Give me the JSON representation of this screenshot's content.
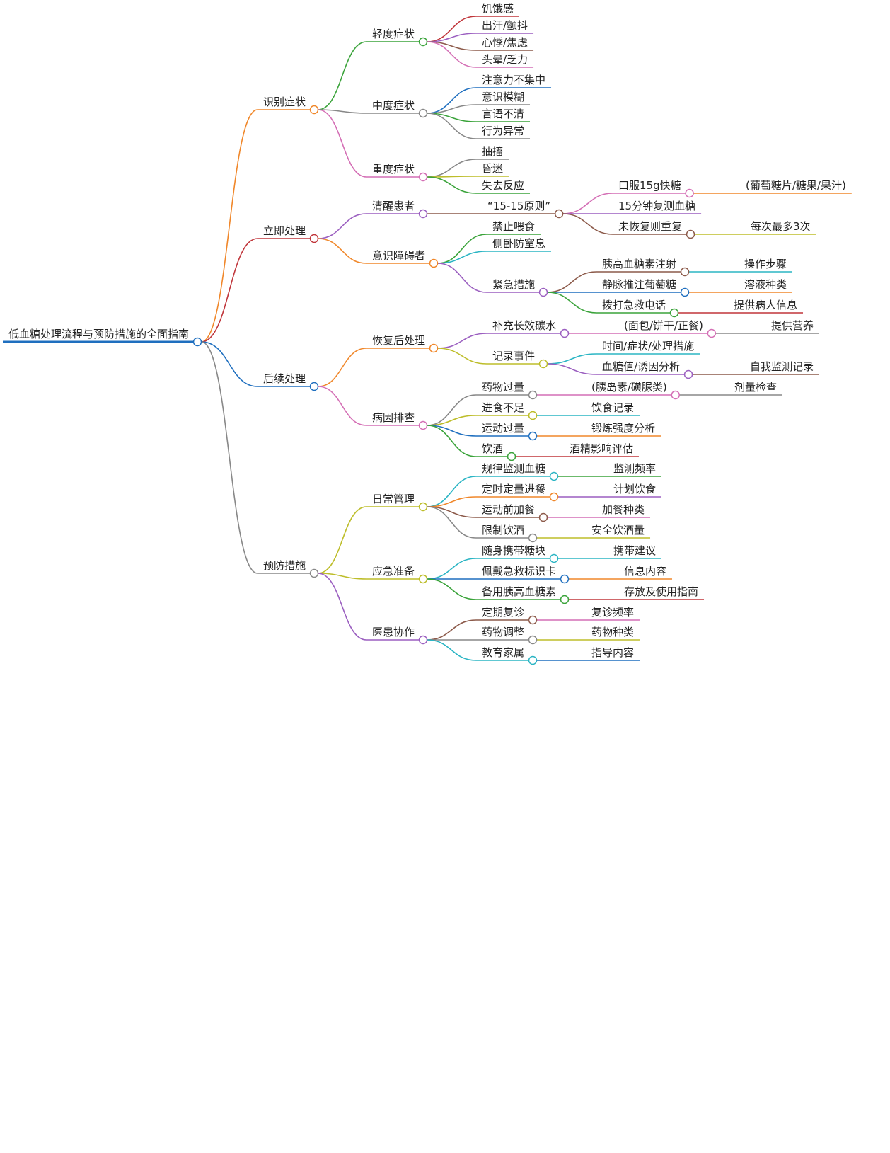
{
  "root": {
    "label": "低血糖处理流程与预防措施的全面指南",
    "color": "#1f6fbf"
  },
  "branches": [
    {
      "label": "识别症状",
      "color": "#f0872a",
      "children": [
        {
          "label": "轻度症状",
          "color": "#3aa33a",
          "children": [
            {
              "label": "饥饿感",
              "color": "#c0353a"
            },
            {
              "label": "出汗/颤抖",
              "color": "#9b5fc0"
            },
            {
              "label": "心悸/焦虑",
              "color": "#8c5a4a"
            },
            {
              "label": "头晕/乏力",
              "color": "#d46fb5"
            }
          ]
        },
        {
          "label": "中度症状",
          "color": "#888888",
          "children": [
            {
              "label": "注意力不集中",
              "color": "#1f6fbf"
            },
            {
              "label": "意识模糊",
              "color": "#888888"
            },
            {
              "label": "言语不清",
              "color": "#3aa33a"
            },
            {
              "label": "行为异常",
              "color": "#888888"
            }
          ]
        },
        {
          "label": "重度症状",
          "color": "#d46fb5",
          "children": [
            {
              "label": "抽搐",
              "color": "#888888"
            },
            {
              "label": "昏迷",
              "color": "#bdbd2a"
            },
            {
              "label": "失去反应",
              "color": "#3aa33a"
            }
          ]
        }
      ]
    },
    {
      "label": "立即处理",
      "color": "#c0353a",
      "children": [
        {
          "label": "清醒患者",
          "color": "#9b5fc0",
          "children": [
            {
              "label": "“15-15原则”",
              "color": "#8c5a4a",
              "children": [
                {
                  "label": "口服15g快糖",
                  "color": "#d46fb5",
                  "children": [
                    {
                      "label": "(葡萄糖片/糖果/果汁)",
                      "color": "#f0872a"
                    }
                  ]
                },
                {
                  "label": "15分钟复测血糖",
                  "color": "#9b5fc0"
                },
                {
                  "label": "未恢复则重复",
                  "color": "#8c5a4a",
                  "children": [
                    {
                      "label": "每次最多3次",
                      "color": "#bdbd2a"
                    }
                  ]
                }
              ]
            }
          ]
        },
        {
          "label": "意识障碍者",
          "color": "#f0872a",
          "children": [
            {
              "label": "禁止喂食",
              "color": "#3aa33a"
            },
            {
              "label": "侧卧防窒息",
              "color": "#2bb5c4"
            },
            {
              "label": "紧急措施",
              "color": "#9b5fc0",
              "children": [
                {
                  "label": "胰高血糖素注射",
                  "color": "#8c5a4a",
                  "children": [
                    {
                      "label": "操作步骤",
                      "color": "#2bb5c4"
                    }
                  ]
                },
                {
                  "label": "静脉推注葡萄糖",
                  "color": "#1f6fbf",
                  "children": [
                    {
                      "label": "溶液种类",
                      "color": "#f0872a"
                    }
                  ]
                },
                {
                  "label": "拨打急救电话",
                  "color": "#3aa33a",
                  "children": [
                    {
                      "label": "提供病人信息",
                      "color": "#c0353a"
                    }
                  ]
                }
              ]
            }
          ]
        }
      ]
    },
    {
      "label": "后续处理",
      "color": "#1f6fbf",
      "children": [
        {
          "label": "恢复后处理",
          "color": "#f0872a",
          "children": [
            {
              "label": "补充长效碳水",
              "color": "#9b5fc0",
              "children": [
                {
                  "label": "(面包/饼干/正餐)",
                  "color": "#d46fb5",
                  "children": [
                    {
                      "label": "提供营养",
                      "color": "#888888"
                    }
                  ]
                }
              ]
            },
            {
              "label": "记录事件",
              "color": "#bdbd2a",
              "children": [
                {
                  "label": "时间/症状/处理措施",
                  "color": "#2bb5c4"
                },
                {
                  "label": "血糖值/诱因分析",
                  "color": "#9b5fc0",
                  "children": [
                    {
                      "label": "自我监测记录",
                      "color": "#8c5a4a"
                    }
                  ]
                }
              ]
            }
          ]
        },
        {
          "label": "病因排查",
          "color": "#d46fb5",
          "children": [
            {
              "label": "药物过量",
              "color": "#888888",
              "children": [
                {
                  "label": "(胰岛素/磺脲类)",
                  "color": "#d46fb5",
                  "children": [
                    {
                      "label": "剂量检查",
                      "color": "#888888"
                    }
                  ]
                }
              ]
            },
            {
              "label": "进食不足",
              "color": "#bdbd2a",
              "children": [
                {
                  "label": "饮食记录",
                  "color": "#2bb5c4"
                }
              ]
            },
            {
              "label": "运动过量",
              "color": "#1f6fbf",
              "children": [
                {
                  "label": "锻炼强度分析",
                  "color": "#f0872a"
                }
              ]
            },
            {
              "label": "饮酒",
              "color": "#3aa33a",
              "children": [
                {
                  "label": "酒精影响评估",
                  "color": "#c0353a"
                }
              ]
            }
          ]
        }
      ]
    },
    {
      "label": "预防措施",
      "color": "#888888",
      "children": [
        {
          "label": "日常管理",
          "color": "#bdbd2a",
          "children": [
            {
              "label": "规律监测血糖",
              "color": "#2bb5c4",
              "children": [
                {
                  "label": "监测频率",
                  "color": "#3aa33a"
                }
              ]
            },
            {
              "label": "定时定量进餐",
              "color": "#f0872a",
              "children": [
                {
                  "label": "计划饮食",
                  "color": "#9b5fc0"
                }
              ]
            },
            {
              "label": "运动前加餐",
              "color": "#8c5a4a",
              "children": [
                {
                  "label": "加餐种类",
                  "color": "#d46fb5"
                }
              ]
            },
            {
              "label": "限制饮酒",
              "color": "#888888",
              "children": [
                {
                  "label": "安全饮酒量",
                  "color": "#bdbd2a"
                }
              ]
            }
          ]
        },
        {
          "label": "应急准备",
          "color": "#bdbd2a",
          "children": [
            {
              "label": "随身携带糖块",
              "color": "#2bb5c4",
              "children": [
                {
                  "label": "携带建议",
                  "color": "#2bb5c4"
                }
              ]
            },
            {
              "label": "佩戴急救标识卡",
              "color": "#1f6fbf",
              "children": [
                {
                  "label": "信息内容",
                  "color": "#f0872a"
                }
              ]
            },
            {
              "label": "备用胰高血糖素",
              "color": "#3aa33a",
              "children": [
                {
                  "label": "存放及使用指南",
                  "color": "#c0353a"
                }
              ]
            }
          ]
        },
        {
          "label": "医患协作",
          "color": "#9b5fc0",
          "children": [
            {
              "label": "定期复诊",
              "color": "#8c5a4a",
              "children": [
                {
                  "label": "复诊频率",
                  "color": "#d46fb5"
                }
              ]
            },
            {
              "label": "药物调整",
              "color": "#888888",
              "children": [
                {
                  "label": "药物种类",
                  "color": "#bdbd2a"
                }
              ]
            },
            {
              "label": "教育家属",
              "color": "#2bb5c4",
              "children": [
                {
                  "label": "指导内容",
                  "color": "#1f6fbf"
                }
              ]
            }
          ]
        }
      ]
    }
  ]
}
